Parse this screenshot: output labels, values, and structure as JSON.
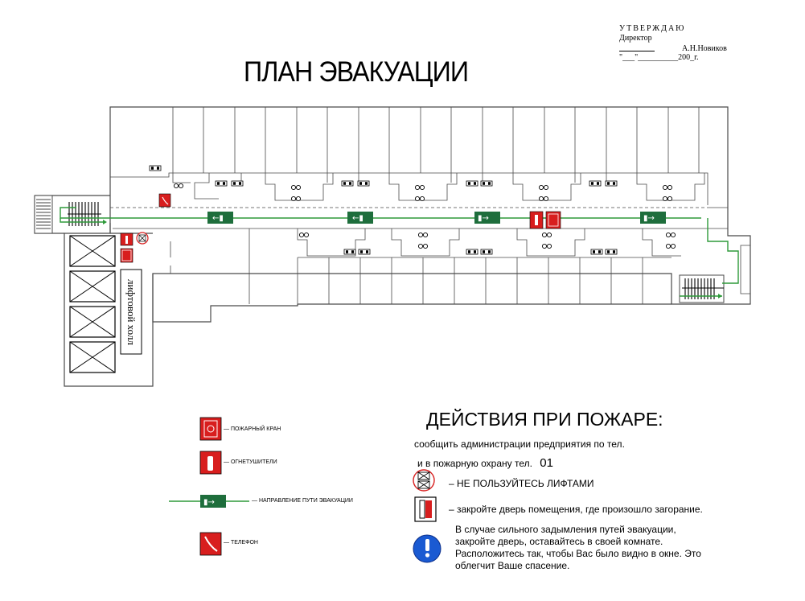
{
  "approval": {
    "header": "УТВЕРЖДАЮ",
    "position": "Директор",
    "name": "А.Н.Новиков",
    "date_line": "\"___\"__________200_г."
  },
  "title": "ПЛАН ЭВАКУАЦИИ",
  "plan": {
    "lift_label": "лифтовой холл"
  },
  "legend": {
    "hydrant": "— ПОЖАРНЫЙ КРАН",
    "extinguisher": "— ОГНЕТУШИТЕЛИ",
    "route": "— НАПРАВЛЕНИЕ ПУТИ ЭВАКУАЦИИ",
    "phone": "— ТЕЛЕФОН"
  },
  "actions": {
    "title": "ДЕЙСТВИЯ ПРИ ПОЖАРЕ:",
    "line1": "сообщить администрации предприятия по тел.",
    "line2": "и в пожарную охрану  тел.",
    "phone": "01",
    "no_lifts": "–  НЕ ПОЛЬЗУЙТЕСЬ ЛИФТАМИ",
    "close_door": "–  закройте дверь помещения, где произошло загорание.",
    "smoke_lines": [
      "В случае сильного задымления путей эвакуации,",
      "закройте дверь, оставайтесь в своей комнате.",
      "Расположитесь так, чтобы Вас было видно в окне. Это",
      "облегчит Ваше спасение."
    ]
  },
  "colors": {
    "red": "#d81e1e",
    "green": "#1e6e3c",
    "route": "#2e9a3a",
    "blue": "#1a5ad2",
    "wall": "#4a4a4a"
  }
}
